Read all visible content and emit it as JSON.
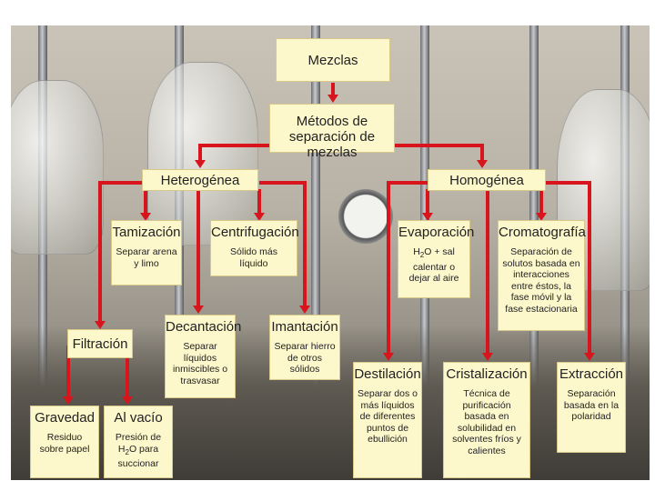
{
  "nodes": {
    "mezclas": {
      "title": "Mezclas"
    },
    "metodos": {
      "title_line1": "Métodos de",
      "title_line2": "separación de mezclas"
    },
    "heterogenea": {
      "title": "Heterogénea"
    },
    "homogenea": {
      "title": "Homogénea"
    },
    "tamizacion": {
      "title": "Tamización",
      "desc": "Separar arena y limo"
    },
    "centrifugacion": {
      "title": "Centrifugación",
      "desc": "Sólido más líquido"
    },
    "evaporacion": {
      "title": "Evaporación",
      "desc_pre": "H",
      "desc_sub": "2",
      "desc_post": "O + sal calentar o dejar al aire"
    },
    "cromatografia": {
      "title": "Cromatografía",
      "desc": "Separación de solutos basada en interacciones entre éstos, la fase móvil y la fase estacionaria"
    },
    "filtracion": {
      "title": "Filtración"
    },
    "decantacion": {
      "title": "Decantación",
      "desc": "Separar líquidos inmiscibles o trasvasar"
    },
    "imantacion": {
      "title": "Imantación",
      "desc": "Separar hierro de otros sólidos"
    },
    "destilacion": {
      "title": "Destilación",
      "desc": "Separar dos o más líquidos de diferentes puntos de ebullición"
    },
    "cristalizacion": {
      "title": "Cristalización",
      "desc": "Técnica de purificación basada en solubilidad en solventes fríos y calientes"
    },
    "extraccion": {
      "title": "Extracción",
      "desc": "Separación basada en la polaridad"
    },
    "gravedad": {
      "title": "Gravedad",
      "desc": "Residuo sobre papel"
    },
    "alvacio": {
      "title": "Al vacío",
      "desc_pre": "Presión de H",
      "desc_sub": "2",
      "desc_post": "O para succionar"
    }
  },
  "colors": {
    "connector": "#d8141c",
    "box_fill": "#fdf7cc"
  }
}
